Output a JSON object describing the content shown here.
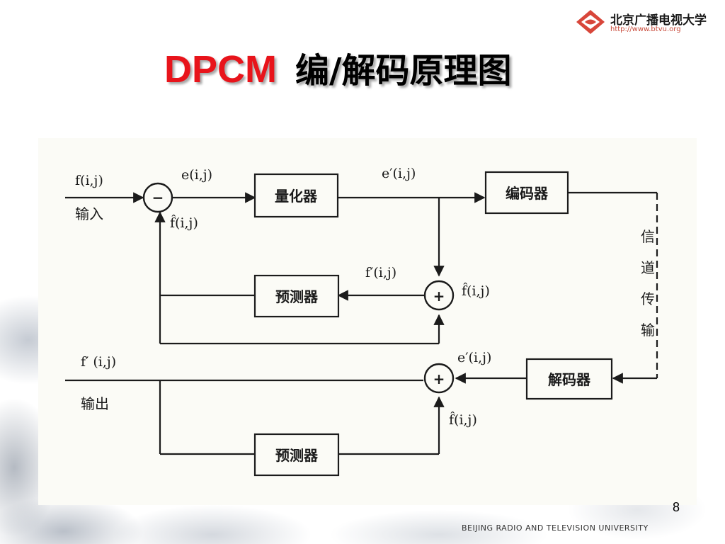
{
  "logo": {
    "name": "北京广播电视大学",
    "url": "http://www.btvu.org",
    "color": "#c84a3a"
  },
  "title": {
    "en": "DPCM",
    "zh": "编/解码原理图",
    "en_color": "#e8141b"
  },
  "diagram": {
    "input_signal": "f(i,j)",
    "input_label": "输入",
    "error_signal": "e(i,j)",
    "prediction_top": "f̂(i,j)",
    "quantized_error": "e′(i,j)",
    "reconstructed_top": "f′(i,j)",
    "prediction_right": "f̂(i,j)",
    "quantizer": "量化器",
    "encoder": "编码器",
    "predictor_top": "预测器",
    "channel": [
      "信",
      "道",
      "传",
      "输"
    ],
    "output_signal": "f′ (i,j)",
    "output_label": "输出",
    "decoder_error": "e′(i,j)",
    "decoder": "解码器",
    "prediction_bottom": "f̂(i,j)",
    "predictor_bottom": "预测器",
    "subtract_symbol": "−",
    "add_symbol": "+"
  },
  "page_number": "8",
  "footer": "BEIJING RADIO AND TELEVISION UNIVERSITY"
}
